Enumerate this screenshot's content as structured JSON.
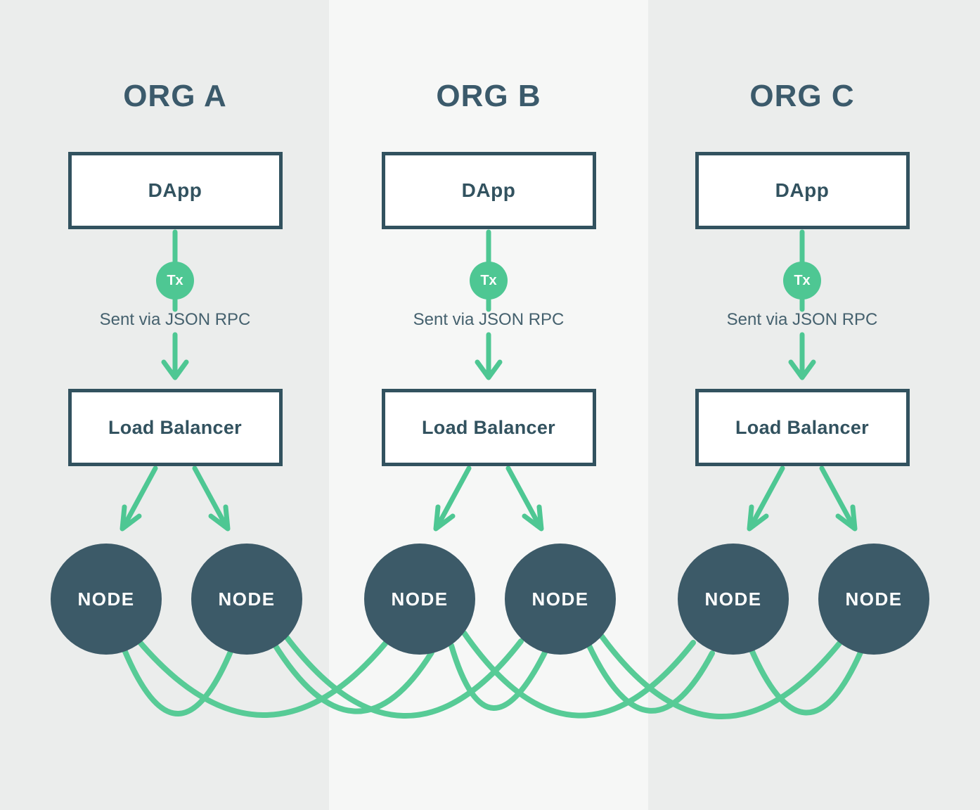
{
  "colors": {
    "accent_green": "#4ec793",
    "mesh_green": "#57cb96",
    "dark_slate": "#3b5a6b",
    "box_border": "#32525f",
    "node_fill": "#3c5a68",
    "label_color": "#45616e",
    "bg_a": "#ebedec",
    "bg_b": "#f6f7f6"
  },
  "orgs": [
    {
      "title": "ORG A",
      "dapp_label": "DApp",
      "tx_badge": "Tx",
      "rpc_note": "Sent via JSON RPC",
      "lb_label": "Load Balancer",
      "nodes": [
        {
          "label": "NODE"
        },
        {
          "label": "NODE"
        }
      ]
    },
    {
      "title": "ORG B",
      "dapp_label": "DApp",
      "tx_badge": "Tx",
      "rpc_note": "Sent via JSON RPC",
      "lb_label": "Load Balancer",
      "nodes": [
        {
          "label": "NODE"
        },
        {
          "label": "NODE"
        }
      ]
    },
    {
      "title": "ORG C",
      "dapp_label": "DApp",
      "tx_badge": "Tx",
      "rpc_note": "Sent via JSON RPC",
      "lb_label": "Load Balancer",
      "nodes": [
        {
          "label": "NODE"
        },
        {
          "label": "NODE"
        }
      ]
    }
  ]
}
